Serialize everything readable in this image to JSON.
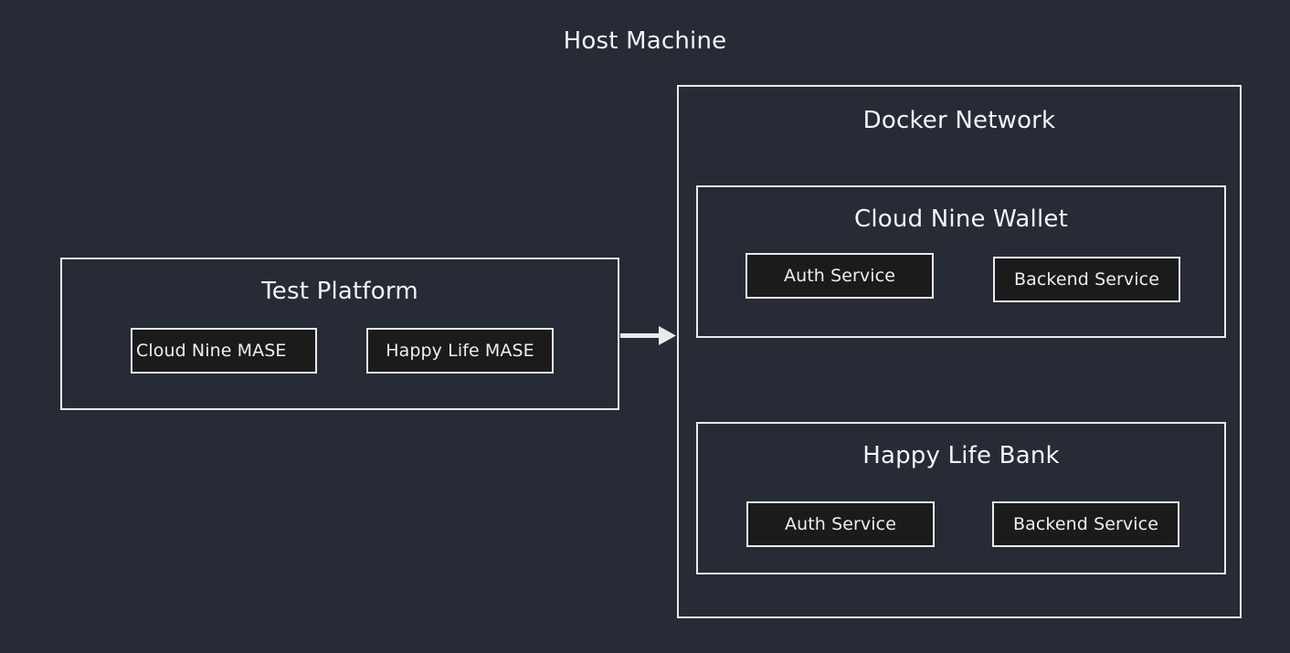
{
  "diagram": {
    "type": "architecture-block-diagram",
    "title": "Host Machine",
    "background_color": "#262b36",
    "stroke_color": "#e8eaed",
    "node_fill_color": "#1b1b1b",
    "text_color": "#f2f3f5"
  },
  "test_platform": {
    "title": "Test Platform",
    "nodes": [
      {
        "label": "Cloud Nine MASE"
      },
      {
        "label": "Happy Life MASE"
      }
    ]
  },
  "docker_network": {
    "title": "Docker Network",
    "groups": [
      {
        "title": "Cloud Nine Wallet",
        "nodes": [
          {
            "label": "Auth Service"
          },
          {
            "label": "Backend Service"
          }
        ]
      },
      {
        "title": "Happy Life Bank",
        "nodes": [
          {
            "label": "Auth Service"
          },
          {
            "label": "Backend Service"
          }
        ]
      }
    ]
  },
  "connector": {
    "from": "Test Platform",
    "to": "Docker Network",
    "style": "solid-arrow-right"
  }
}
